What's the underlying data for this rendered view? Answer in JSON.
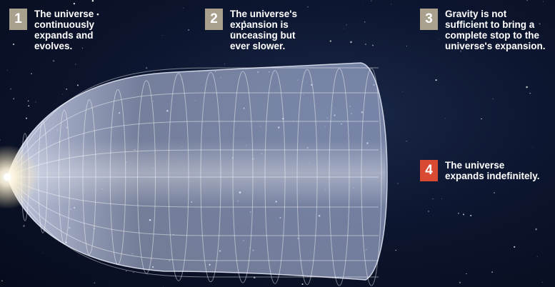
{
  "colors": {
    "background": "#0b1224",
    "badge_neutral": "#a9a08d",
    "badge_accent": "#d84a31",
    "text": "#ffffff",
    "bell_fill": "#c9d4f2"
  },
  "steps": [
    {
      "number": "1",
      "text": "The universe\ncontinuously\nexpands and\nevolves."
    },
    {
      "number": "2",
      "text": "The universe's\nexpansion is\nunceasing but\never slower."
    },
    {
      "number": "3",
      "text": "Gravity is not\nsufficient to bring a\ncomplete stop to the\nuniverse's expansion."
    },
    {
      "number": "4",
      "text": "The universe\nexpands indefinitely."
    }
  ]
}
